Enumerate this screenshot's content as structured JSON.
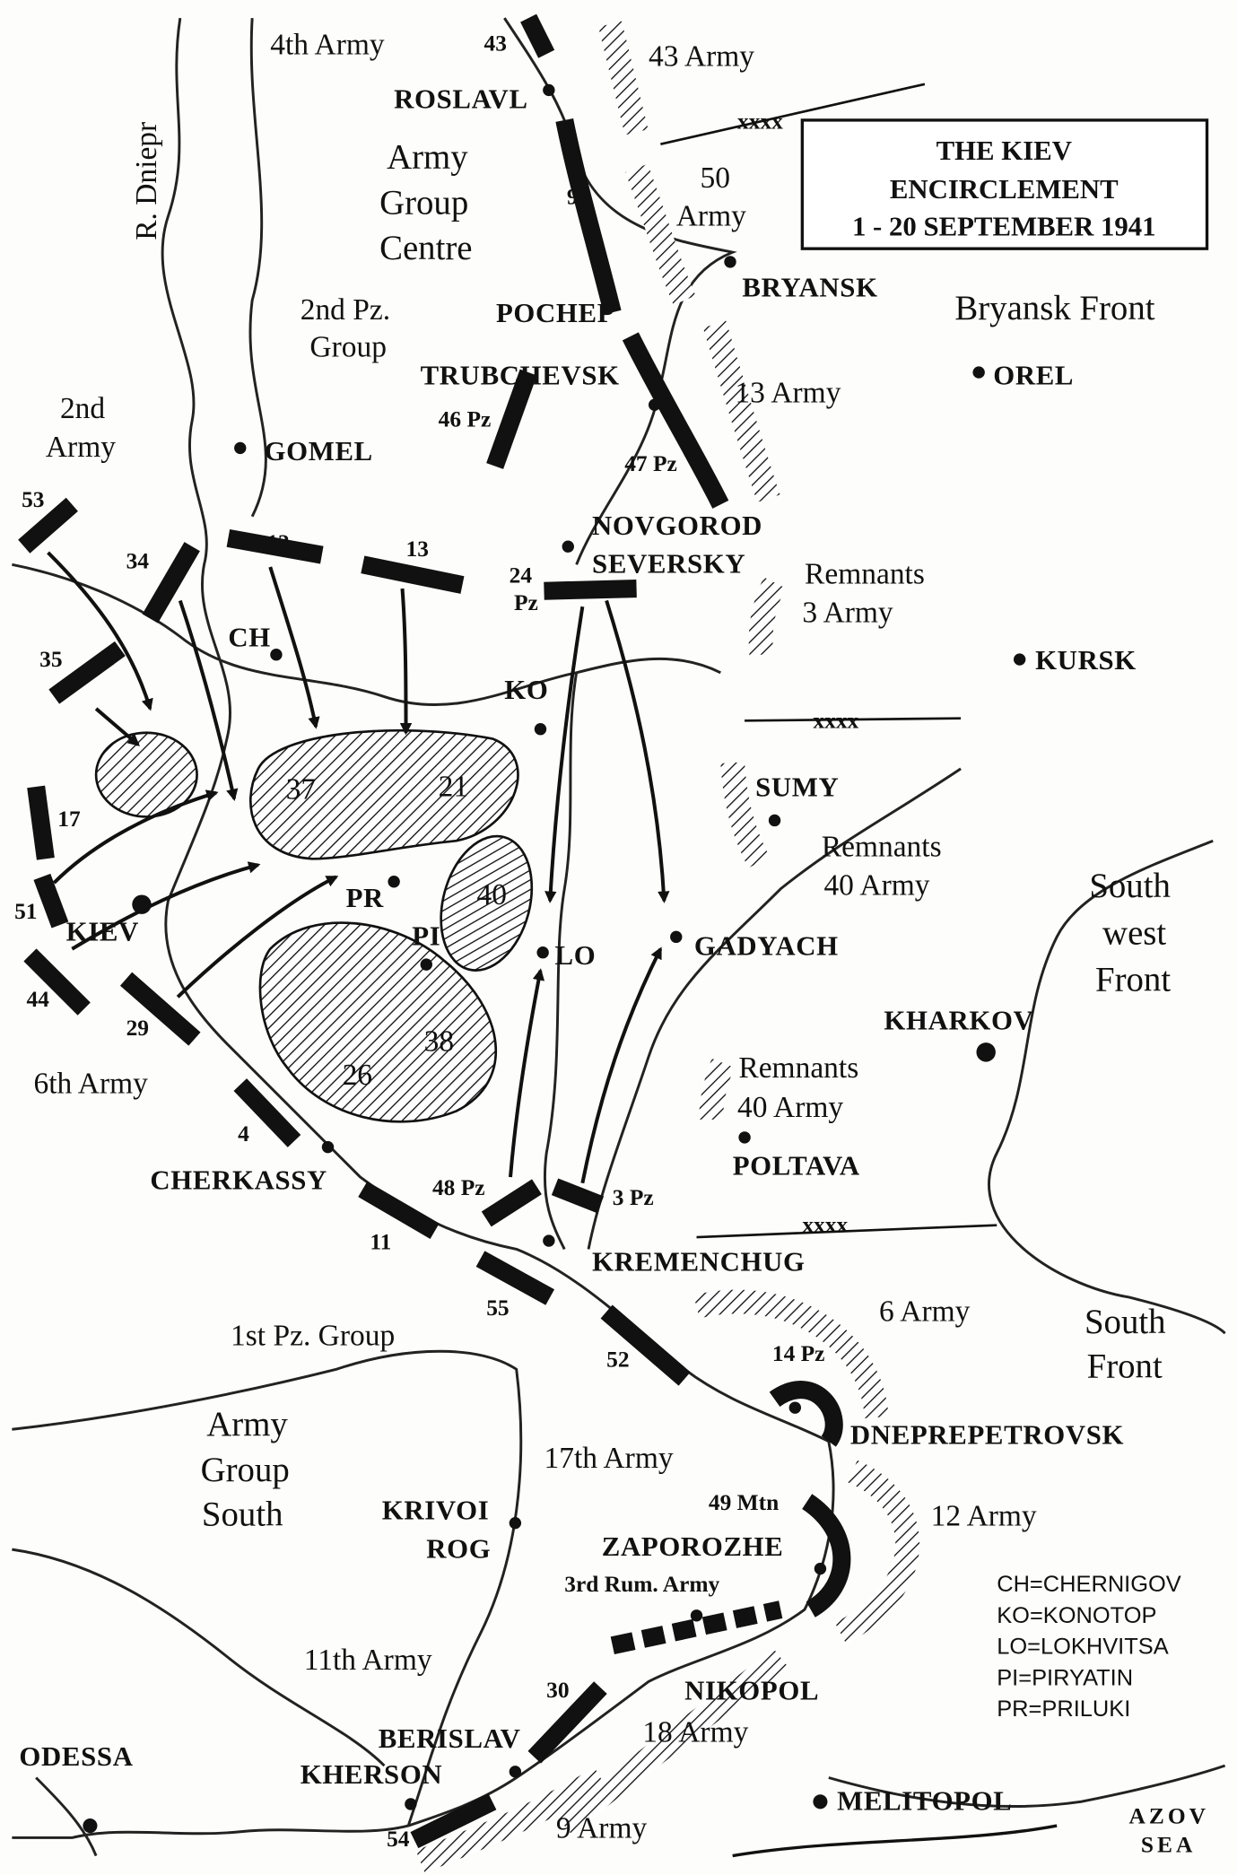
{
  "title": {
    "line1": "THE KIEV",
    "line2": "ENCIRCLEMENT",
    "line3": "1 - 20 SEPTEMBER 1941"
  },
  "river": "R. Dniepr",
  "fronts": {
    "bryansk": "Bryansk Front",
    "southwest": [
      "South",
      "west",
      "Front"
    ],
    "south": [
      "South",
      "Front"
    ]
  },
  "army_groups": {
    "centre": [
      "Army",
      "Group",
      "Centre"
    ],
    "south": [
      "Army",
      "Group",
      "South"
    ]
  },
  "german_armies": {
    "a4": "4th Army",
    "pz2": [
      "2nd Pz.",
      "Group"
    ],
    "a2": [
      "2nd",
      "Army"
    ],
    "a6": "6th Army",
    "pz1": "1st Pz. Group",
    "a17": "17th Army",
    "a11": "11th Army",
    "rum3": "3rd Rum. Army"
  },
  "soviet_armies": {
    "a43": "43 Army",
    "a50": [
      "50",
      "Army"
    ],
    "a13": "13 Army",
    "r3": [
      "Remnants",
      "3 Army"
    ],
    "r40a": [
      "Remnants",
      "40 Army"
    ],
    "r40b": [
      "Remnants",
      "40 Army"
    ],
    "a6": "6 Army",
    "a12": "12 Army",
    "a18": "18 Army",
    "a9": "9 Army"
  },
  "units": [
    "43",
    "9",
    "46 Pz",
    "47 Pz",
    "53",
    "12",
    "34",
    "13",
    "24",
    "Pz",
    "35",
    "17",
    "51",
    "44",
    "29",
    "4",
    "48 Pz",
    "3 Pz",
    "11",
    "55",
    "52",
    "14 Pz",
    "49 Mtn",
    "30",
    "54"
  ],
  "pockets": [
    "37",
    "21",
    "40",
    "38",
    "26"
  ],
  "cities": {
    "roslavl": "ROSLAVL",
    "bryansk": "BRYANSK",
    "pochep": "POCHEP",
    "trubchevsk": "TRUBCHEVSK",
    "orel": "OREL",
    "gomel": "GOMEL",
    "novgorod": [
      "NOVGOROD",
      "SEVERSKY"
    ],
    "kursk": "KURSK",
    "ch": "CH",
    "ko": "KO",
    "sumy": "SUMY",
    "pr": "PR",
    "kiev": "KIEV",
    "pi": "PI",
    "lo": "LO",
    "gadyach": "GADYACH",
    "kharkov": "KHARKOV",
    "poltava": "POLTAVA",
    "cherkassy": "CHERKASSY",
    "kremenchug": "KREMENCHUG",
    "dnepropetrovsk": "DNEPREPETROVSK",
    "krivoi": [
      "KRIVOI",
      "ROG"
    ],
    "zaporozhe": "ZAPOROZHE",
    "nikopol": "NIKOPOL",
    "odessa": "ODESSA",
    "berislav": "BERISLAV",
    "kherson": "KHERSON",
    "melitopol": "MELITOPOL"
  },
  "sea": [
    "AZOV",
    "SEA"
  ],
  "boundary_mark": "xxxx",
  "legend": [
    "CH=CHERNIGOV",
    "KO=KONOTOP",
    "LO=LOKHVITSA",
    "PI=PIRYATIN",
    "PR=PRILUKI"
  ]
}
